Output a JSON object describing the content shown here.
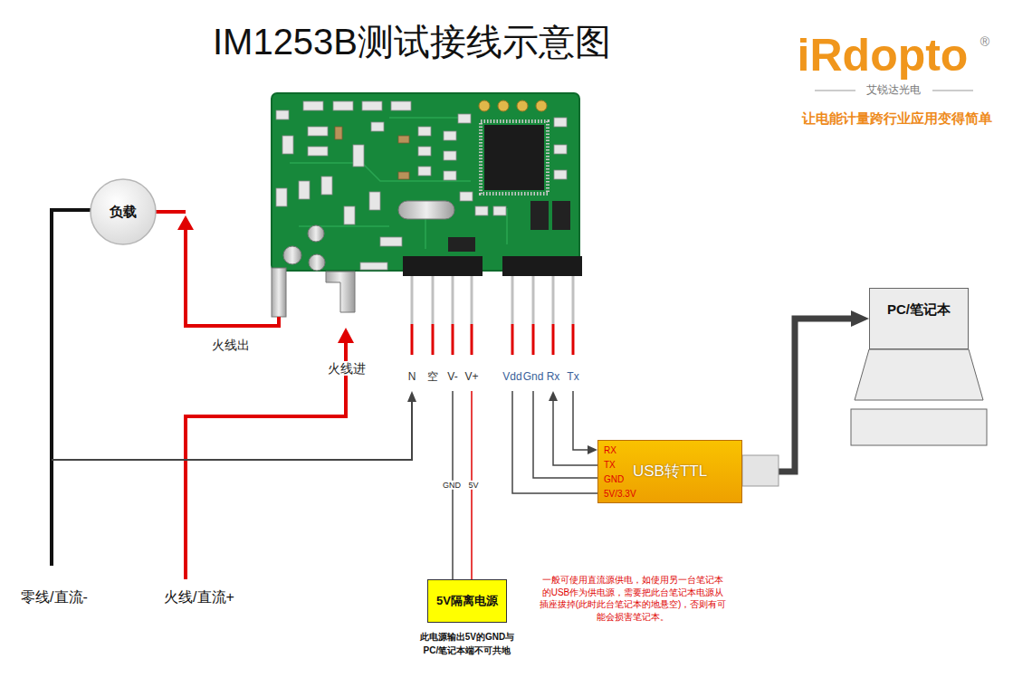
{
  "diagram": {
    "title": "IM1253B测试接线示意图",
    "nodes": [
      {
        "text": [
          "负载"
        ]
      },
      {
        "text": [
          "PC/笔记本"
        ]
      },
      {
        "text": [
          "RX",
          "TX",
          "GND",
          "5V/3.3V",
          "USB转TTL"
        ]
      },
      {
        "text": [
          "5V隔离电源",
          "此电源输出5V的GND与PC/笔记本端不可共地"
        ]
      }
    ],
    "edges": [
      {
        "from": 2,
        "to": 1,
        "arrow": "to"
      }
    ],
    "labels": [
      "iRdopto",
      "®",
      "艾锐达光电",
      "让电能计量跨行业应用变得简单",
      "火线出",
      "火线进",
      "N",
      "空",
      "V-",
      "V+",
      "Vdd",
      "Gnd",
      "Rx",
      "Tx",
      "GND",
      "5V",
      "一般可使用直流源供电，如使用另一台笔记本的USB作为供电源，需要把此台笔记本电源从插座拔掉(此时此台笔记本的地悬空)，否则有可能会损害笔记本。",
      "零线/直流-",
      "火线/直流+"
    ]
  }
}
